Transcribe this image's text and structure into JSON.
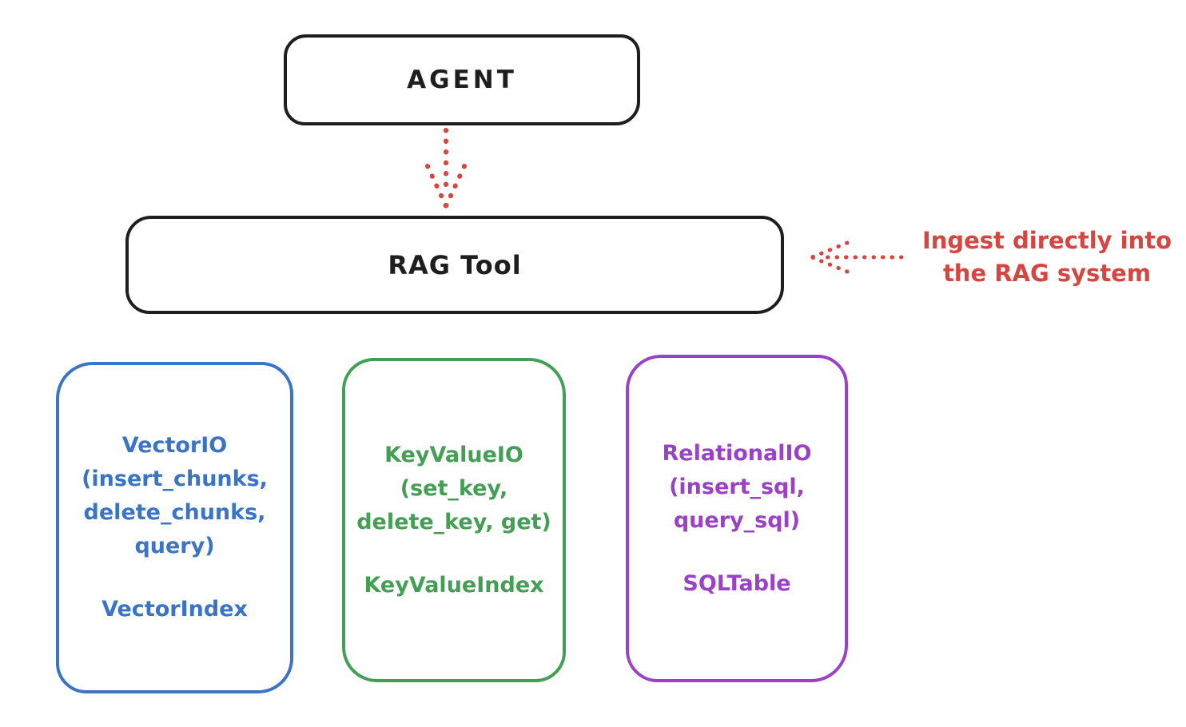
{
  "colors": {
    "stroke": "#1e1e1e",
    "red": "#d64540",
    "blue": "#3b74c4",
    "green": "#449e53",
    "purple": "#9a42c5"
  },
  "agent": {
    "label": "AGENT"
  },
  "rag_tool": {
    "label": "RAG Tool"
  },
  "ingest_annotation": {
    "line1": "Ingest directly into",
    "line2": "the RAG system"
  },
  "io_boxes": {
    "vector": {
      "body": "VectorIO\n(insert_chunks,\ndelete_chunks,\nquery)",
      "footer": "VectorIndex",
      "color": "#3b74c4"
    },
    "keyvalue": {
      "body": "KeyValueIO\n(set_key,\ndelete_key, get)",
      "footer": "KeyValueIndex",
      "color": "#449e53"
    },
    "relational": {
      "body": "RelationalIO\n(insert_sql,\nquery_sql)",
      "footer": "SQLTable",
      "color": "#9a42c5"
    }
  }
}
